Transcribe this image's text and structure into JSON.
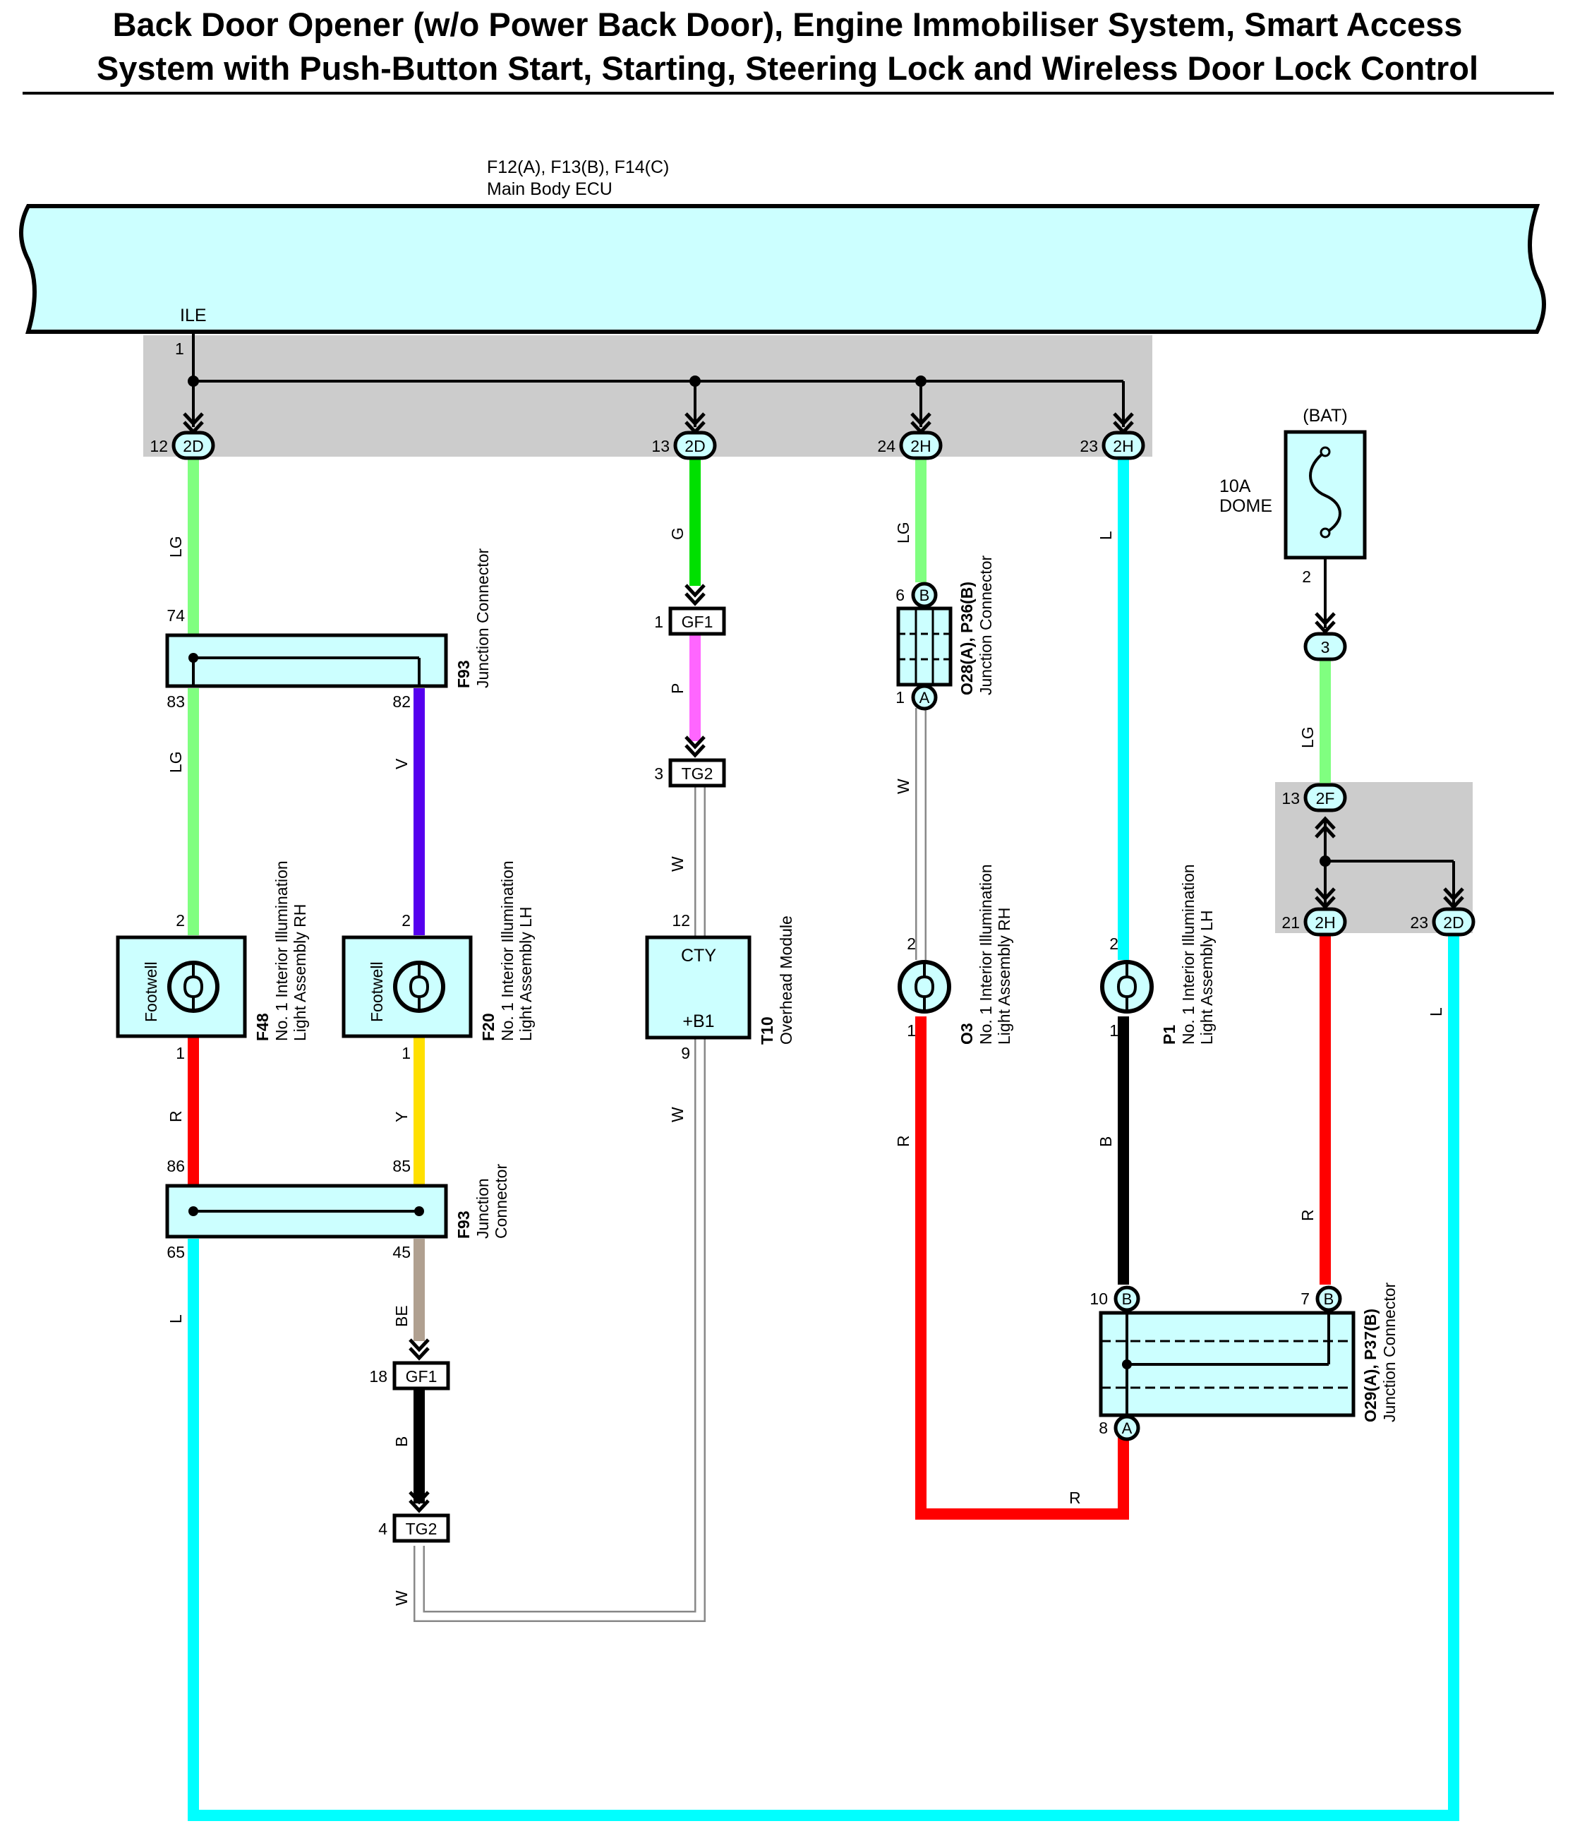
{
  "title": {
    "line1": "Back Door Opener (w/o Power Back Door), Engine Immobiliser System, Smart Access",
    "line2": "System with Push-Button Start, Starting, Steering Lock and Wireless Door Lock Control"
  },
  "ecu": {
    "code": "F12(A), F13(B), F14(C)",
    "name": "Main Body ECU",
    "terminal": "ILE",
    "pin": "1"
  },
  "fuse": {
    "source": "(BAT)",
    "rating": "10A",
    "name": "DOME",
    "pin": "2",
    "connector": "3"
  },
  "junctions": {
    "j1": {
      "pin": "12",
      "code": "2D"
    },
    "j2": {
      "pin": "13",
      "code": "2D"
    },
    "j3": {
      "pin": "24",
      "code": "2H"
    },
    "j4": {
      "pin": "23",
      "code": "2H"
    },
    "j5": {
      "pin": "13",
      "code": "2F"
    },
    "j6": {
      "pin": "21",
      "code": "2H"
    },
    "j7": {
      "pin": "23",
      "code": "2D"
    }
  },
  "wires": {
    "w1": "LG",
    "w2": "LG",
    "w3": "V",
    "w4": "R",
    "w5": "Y",
    "w6": "L",
    "w7": "BE",
    "w8": "B",
    "w9": "W",
    "w10": "G",
    "w11": "P",
    "w12": "W",
    "w13": "W",
    "w14": "LG",
    "w15": "W",
    "w16": "R",
    "w17": "R",
    "w18": "L",
    "w19": "B",
    "w20": "LG",
    "w21": "R",
    "w22": "L"
  },
  "connectors": {
    "gf1a": {
      "pin": "1",
      "code": "GF1"
    },
    "tg2a": {
      "pin": "3",
      "code": "TG2"
    },
    "gf1b": {
      "pin": "18",
      "code": "GF1"
    },
    "tg2b": {
      "pin": "4",
      "code": "TG2"
    }
  },
  "f93_top": {
    "code": "F93",
    "name": "Junction Connector",
    "pin_tl": "74",
    "pin_bl": "83",
    "pin_br": "82"
  },
  "f93_bottom": {
    "code": "F93",
    "name_1": "Junction",
    "name_2": "Connector",
    "pin_tl": "86",
    "pin_tr": "85",
    "pin_bl": "65",
    "pin_br": "45"
  },
  "f48": {
    "code": "F48",
    "name_1": "No. 1 Interior Illumination",
    "name_2": "Light Assembly RH",
    "label": "Footwell",
    "pin_top": "2",
    "pin_bottom": "1"
  },
  "f20": {
    "code": "F20",
    "name_1": "No. 1 Interior Illumination",
    "name_2": "Light Assembly LH",
    "label": "Footwell",
    "pin_top": "2",
    "pin_bottom": "1"
  },
  "t10": {
    "code": "T10",
    "name": "Overhead Module",
    "term_top": "CTY",
    "term_bottom": "+B1",
    "pin_top": "12",
    "pin_bottom": "9"
  },
  "o28": {
    "code": "O28(A), P36(B)",
    "name": "Junction Connector",
    "pin_top": "6",
    "conn_top": "B",
    "pin_bottom": "1",
    "conn_bottom": "A"
  },
  "o3": {
    "code": "O3",
    "name_1": "No. 1 Interior Illumination",
    "name_2": "Light Assembly RH",
    "pin_top": "2",
    "pin_bottom": "1"
  },
  "p1": {
    "code": "P1",
    "name_1": "No. 1 Interior Illumination",
    "name_2": "Light Assembly LH",
    "pin_top": "2",
    "pin_bottom": "1"
  },
  "o29": {
    "code": "O29(A), P37(B)",
    "name": "Junction Connector",
    "pin_left": "10",
    "conn_left": "B",
    "pin_right": "7",
    "conn_right": "B",
    "pin_bottom": "8",
    "conn_bottom": "A"
  },
  "colors": {
    "ecu_fill": "#ccffff",
    "gray_band": "#cccccc",
    "LG": "#80ff80",
    "G": "#00e000",
    "P": "#ff66ff",
    "V": "#5500ee",
    "R": "#ff0000",
    "Y": "#ffe000",
    "L": "#00ffff",
    "B": "#000000",
    "BE": "#b0a090",
    "W": "#ffffff"
  }
}
